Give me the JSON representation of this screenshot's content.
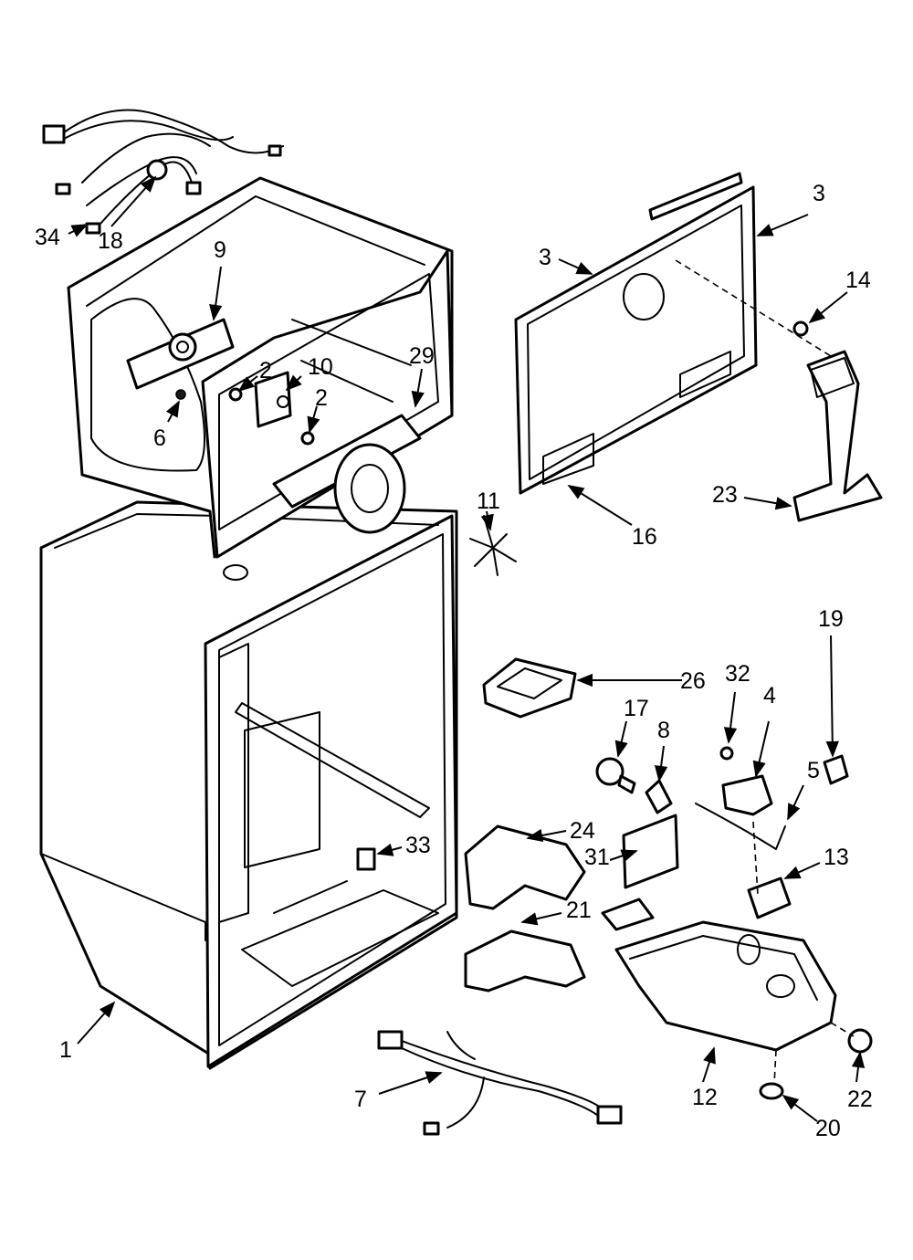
{
  "callouts": [
    {
      "id": "c1",
      "label": "1"
    },
    {
      "id": "c2a",
      "label": "2"
    },
    {
      "id": "c2b",
      "label": "2"
    },
    {
      "id": "c3a",
      "label": "3"
    },
    {
      "id": "c3b",
      "label": "3"
    },
    {
      "id": "c4",
      "label": "4"
    },
    {
      "id": "c5",
      "label": "5"
    },
    {
      "id": "c6",
      "label": "6"
    },
    {
      "id": "c7",
      "label": "7"
    },
    {
      "id": "c8",
      "label": "8"
    },
    {
      "id": "c9",
      "label": "9"
    },
    {
      "id": "c10",
      "label": "10"
    },
    {
      "id": "c11",
      "label": "11"
    },
    {
      "id": "c12",
      "label": "12"
    },
    {
      "id": "c13",
      "label": "13"
    },
    {
      "id": "c14",
      "label": "14"
    },
    {
      "id": "c16",
      "label": "16"
    },
    {
      "id": "c17",
      "label": "17"
    },
    {
      "id": "c18",
      "label": "18"
    },
    {
      "id": "c19",
      "label": "19"
    },
    {
      "id": "c20",
      "label": "20"
    },
    {
      "id": "c21",
      "label": "21"
    },
    {
      "id": "c22",
      "label": "22"
    },
    {
      "id": "c23",
      "label": "23"
    },
    {
      "id": "c24",
      "label": "24"
    },
    {
      "id": "c26",
      "label": "26"
    },
    {
      "id": "c29",
      "label": "29"
    },
    {
      "id": "c31",
      "label": "31"
    },
    {
      "id": "c32",
      "label": "32"
    },
    {
      "id": "c33",
      "label": "33"
    },
    {
      "id": "c34",
      "label": "34"
    }
  ]
}
